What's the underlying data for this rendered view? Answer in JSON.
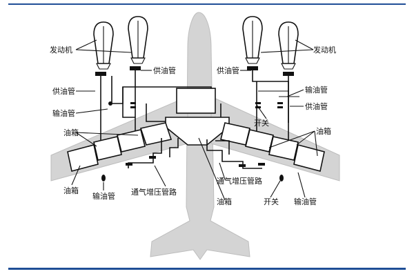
{
  "labels": {
    "engine_left": "发动机",
    "engine_right": "发动机",
    "supply_pipe_upper_left": "供油管",
    "supply_pipe_center": "供油管",
    "supply_pipe_center_right": "供油管",
    "supply_pipe_right": "供油管",
    "transfer_pipe_left": "输油管",
    "transfer_pipe_right": "输油管",
    "transfer_pipe_bottom_left": "输油管",
    "transfer_pipe_bottom_right": "输油管",
    "tank_upper_left": "油箱",
    "tank_upper_right": "油箱",
    "tank_bottom_left": "油箱",
    "tank_bottom_center": "油箱",
    "vent_pressurization_left": "通气增压管路",
    "vent_pressurization_right": "通气增压管路",
    "switch_upper": "开关",
    "switch_lower": "开关"
  },
  "colors": {
    "frame_blue": "#1f4e96",
    "ink": "#111111",
    "aircraft_fill": "#d4d4d4",
    "aircraft_edge": "#bdbdbd"
  }
}
